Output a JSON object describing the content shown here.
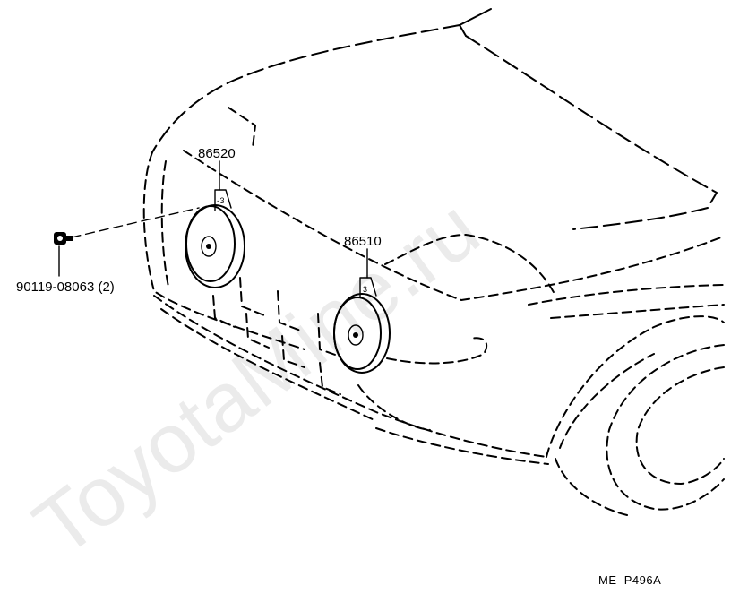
{
  "watermark": "ToyotaMine.ru",
  "parts": {
    "horn_low": "86520",
    "horn_high": "86510",
    "bolt": "90119-08063 (2)"
  },
  "diagram_code": "ME  P496A"
}
